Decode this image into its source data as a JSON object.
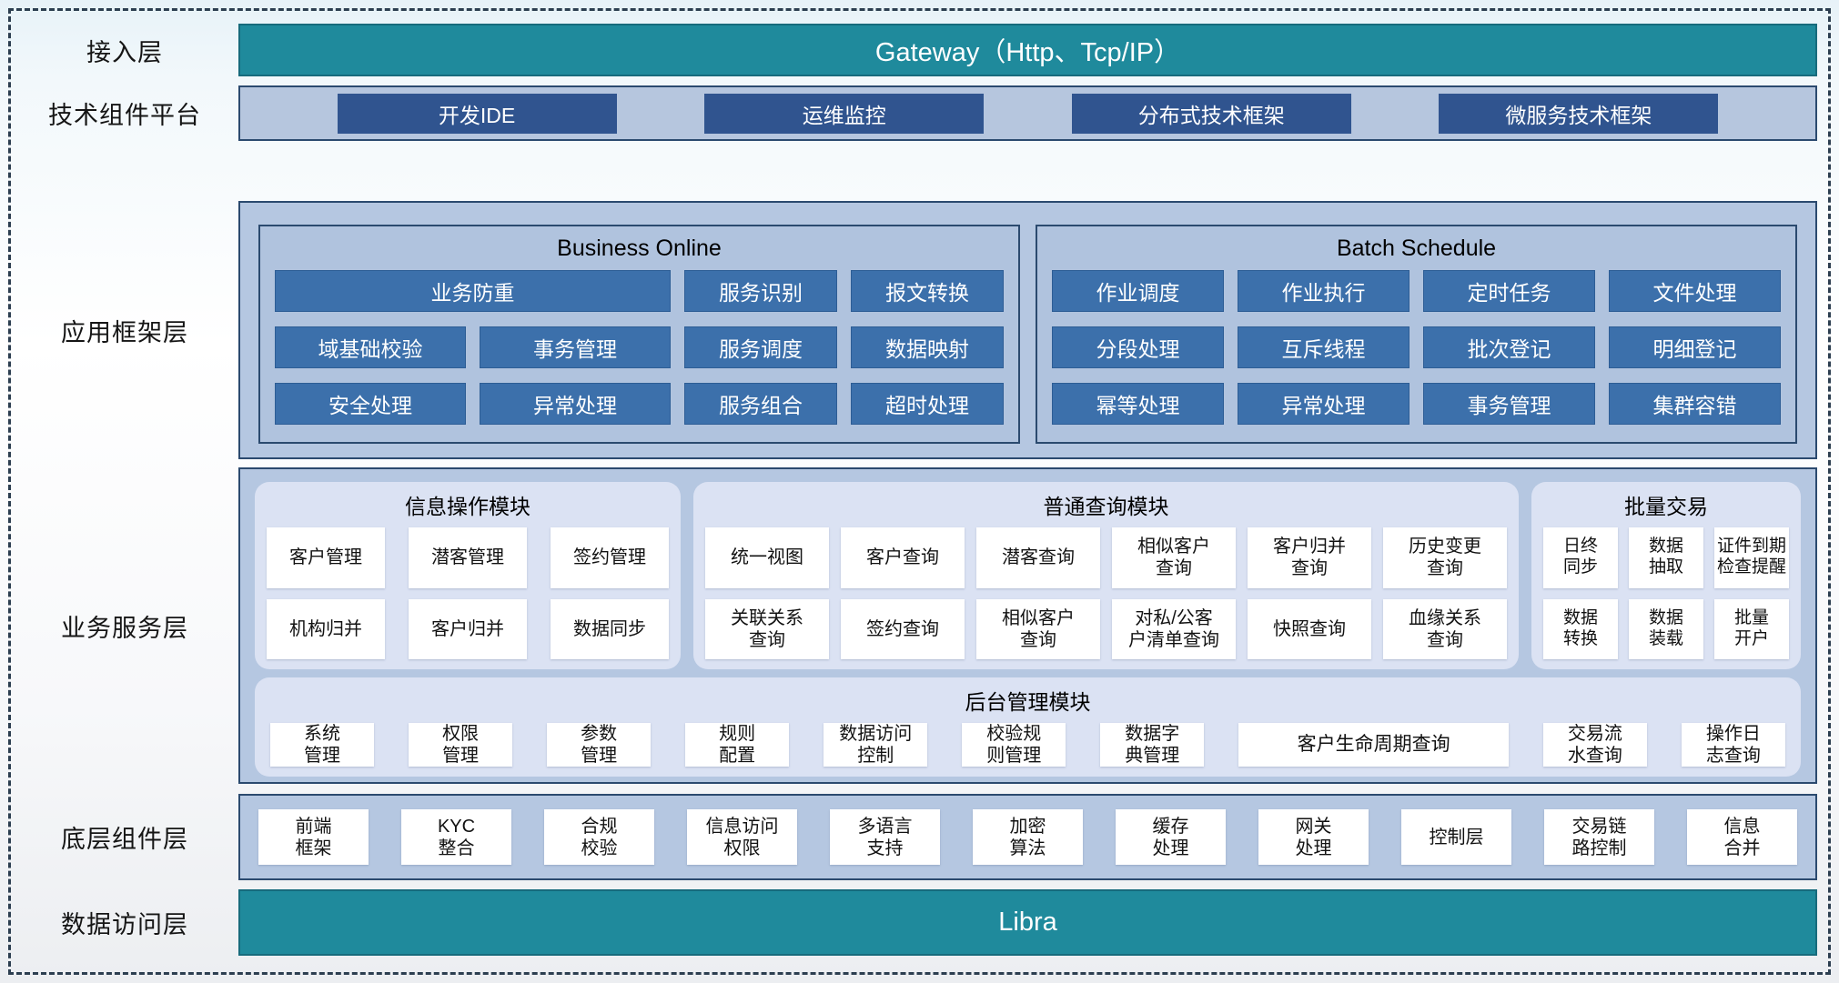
{
  "colors": {
    "teal_bar": "#1f8a9c",
    "teal_border": "#176b7c",
    "navy_button": "#30548f",
    "steel_button": "#3c70ab",
    "container_bg": "#b5c7e1",
    "container_border": "#2b4a6f",
    "module_panel_bg": "#dbe2f3",
    "white_button_bg": "#ffffff",
    "dashed_border": "#2c3e50"
  },
  "access": {
    "label": "接入层",
    "bar_text": "Gateway（Http、Tcp/IP）"
  },
  "tech": {
    "label": "技术组件平台",
    "buttons": [
      "开发IDE",
      "运维监控",
      "分布式技术框架",
      "微服务技术框架"
    ]
  },
  "app": {
    "label": "应用框架层",
    "panels": [
      {
        "title": "Business Online",
        "items": [
          {
            "label": "业务防重",
            "cls": "span2"
          },
          {
            "label": "服务识别"
          },
          {
            "label": "报文转换"
          },
          {
            "label": "域基础校验"
          },
          {
            "label": "事务管理"
          },
          {
            "label": "服务调度"
          },
          {
            "label": "数据映射"
          },
          {
            "label": "安全处理"
          },
          {
            "label": "异常处理"
          },
          {
            "label": "服务组合"
          },
          {
            "label": "超时处理"
          }
        ]
      },
      {
        "title": "Batch Schedule",
        "items": [
          {
            "label": "作业调度"
          },
          {
            "label": "作业执行"
          },
          {
            "label": "定时任务"
          },
          {
            "label": "文件处理"
          },
          {
            "label": "分段处理"
          },
          {
            "label": "互斥线程"
          },
          {
            "label": "批次登记"
          },
          {
            "label": "明细登记"
          },
          {
            "label": "幂等处理"
          },
          {
            "label": "异常处理"
          },
          {
            "label": "事务管理"
          },
          {
            "label": "集群容错"
          }
        ]
      }
    ]
  },
  "services": {
    "label": "业务服务层",
    "info_module": {
      "title": "信息操作模块",
      "items": [
        "客户管理",
        "潜客管理",
        "签约管理",
        "机构归并",
        "客户归并",
        "数据同步"
      ]
    },
    "query_module": {
      "title": "普通查询模块",
      "items": [
        "统一视图",
        "客户查询",
        "潜客查询",
        "相似客户\n查询",
        "客户归并\n查询",
        "历史变更\n查询",
        "关联关系\n查询",
        "签约查询",
        "相似客户\n查询",
        "对私/公客\n户清单查询",
        "快照查询",
        "血缘关系\n查询"
      ]
    },
    "batch_module": {
      "title": "批量交易",
      "items": [
        "日终\n同步",
        "数据\n抽取",
        "证件到期\n检查提醒",
        "数据\n转换",
        "数据\n装载",
        "批量\n开户"
      ]
    },
    "admin_module": {
      "title": "后台管理模块",
      "items": [
        {
          "label": "系统\n管理"
        },
        {
          "label": "权限\n管理"
        },
        {
          "label": "参数\n管理"
        },
        {
          "label": "规则\n配置"
        },
        {
          "label": "数据访问\n控制"
        },
        {
          "label": "校验规\n则管理"
        },
        {
          "label": "数据字\n典管理"
        },
        {
          "label": "客户生命周期查询",
          "cls": "wide"
        },
        {
          "label": "交易流\n水查询"
        },
        {
          "label": "操作日\n志查询"
        }
      ]
    }
  },
  "base": {
    "label": "底层组件层",
    "items": [
      "前端\n框架",
      "KYC\n整合",
      "合规\n校验",
      "信息访问\n权限",
      "多语言\n支持",
      "加密\n算法",
      "缓存\n处理",
      "网关\n处理",
      "控制层",
      "交易链\n路控制",
      "信息\n合并"
    ]
  },
  "data_access": {
    "label": "数据访问层",
    "bar_text": "Libra"
  }
}
